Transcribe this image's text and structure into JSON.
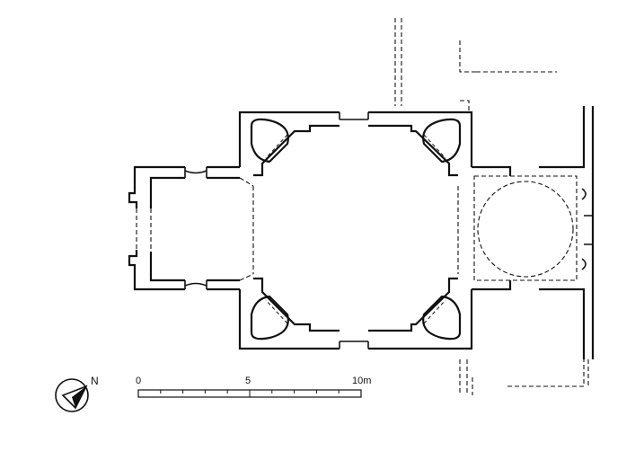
{
  "north_arrow": {
    "label": "N",
    "icon": "north-arrow-icon"
  },
  "scale_bar": {
    "tick_labels": [
      "0",
      "5",
      "10m"
    ],
    "max_value": 10,
    "unit": "m"
  }
}
